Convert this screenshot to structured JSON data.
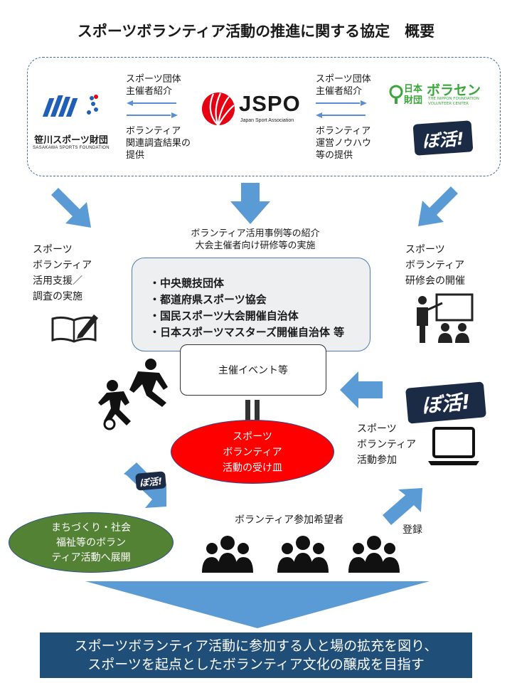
{
  "title": "スポーツボランティア活動の推進に関する協定　概要",
  "partners": {
    "sasakawa": {
      "name_jp": "笹川スポーツ財団",
      "name_en": "SASAKAWA SPORTS FOUNDATION"
    },
    "jspo": {
      "name": "JSPO",
      "subtitle": "Japan Sport Association"
    },
    "nippon": {
      "name_jp_1": "日本",
      "name_jp_2": "財団",
      "name_jp_3": "ボラセン",
      "name_en_1": "THE NIPPON FOUNDATION",
      "name_en_2": "VOLUNTEER CENTER"
    },
    "hokatsu_label": "ぼ活!"
  },
  "left_flow": {
    "top_lines": [
      "スポーツ団体",
      "主催者紹介"
    ],
    "bottom_lines": [
      "ボランティア",
      "関連調査結果の",
      "提供"
    ]
  },
  "right_flow": {
    "top_lines": [
      "スポーツ団体",
      "主催者紹介"
    ],
    "bottom_lines": [
      "ボランティア",
      "運営ノウハウ",
      "等の提供"
    ]
  },
  "center_caption": [
    "ボランティア活用事例等の紹介",
    "大会主催者向け研修等の実施"
  ],
  "left_support": [
    "スポーツ",
    "ボランティア",
    "活用支援／",
    "調査の実施"
  ],
  "right_training": [
    "スポーツ",
    "ボランティア",
    "研修会の開催"
  ],
  "organizations": [
    "・中央競技団体",
    "・都道府県スポーツ協会",
    "・国民スポーツ大会開催自治体",
    "・日本スポーツマスターズ開催自治体 等"
  ],
  "event": "主催イベント等",
  "receptacle": [
    "スポーツ",
    "ボランティア",
    "活動の受け皿"
  ],
  "participation": [
    "スポーツ",
    "ボランティア",
    "活動参加"
  ],
  "community": [
    "まちづくり・社会",
    "福祉等のボラン",
    "ティア活動へ展開"
  ],
  "hopefuls": "ボランティア参加希望者",
  "register": "登録",
  "goal": [
    "スポーツボランティア活動に参加する人と場の拡充を図り、",
    "スポーツを起点としたボランティア文化の醸成を目指す"
  ],
  "colors": {
    "arrow": "#5b9bd5",
    "banner": "#1f4e79",
    "red": "#ff0000",
    "green": "#548235",
    "jspo_red": "#e60012",
    "nippon_green": "#3aa63a"
  }
}
